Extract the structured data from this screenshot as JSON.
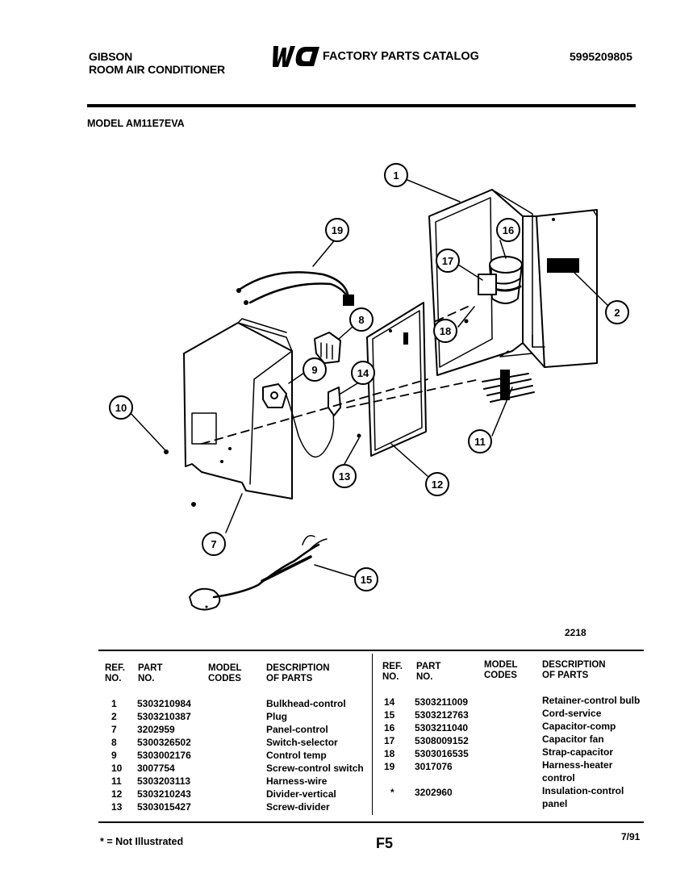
{
  "header": {
    "brand": "GIBSON",
    "product": "ROOM AIR CONDITIONER",
    "logo_text": "WCI",
    "catalog_title": "FACTORY PARTS CATALOG",
    "doc_number": "5995209805",
    "model_line": "MODEL AM11E7EVA"
  },
  "diagram": {
    "callouts": [
      "1",
      "2",
      "7",
      "8",
      "9",
      "10",
      "11",
      "12",
      "13",
      "14",
      "15",
      "16",
      "17",
      "18",
      "19"
    ],
    "code": "2218"
  },
  "table": {
    "headers": {
      "ref": [
        "REF.",
        "NO."
      ],
      "part": [
        "PART",
        "NO."
      ],
      "model": [
        "MODEL",
        "CODES"
      ],
      "desc": [
        "DESCRIPTION",
        "OF PARTS"
      ]
    },
    "left_rows": [
      {
        "ref": "1",
        "part": "5303210984",
        "desc": "Bulkhead-control"
      },
      {
        "ref": "2",
        "part": "5303210387",
        "desc": "Plug"
      },
      {
        "ref": "7",
        "part": "3202959",
        "desc": "Panel-control"
      },
      {
        "ref": "8",
        "part": "5300326502",
        "desc": "Switch-selector"
      },
      {
        "ref": "9",
        "part": "5303002176",
        "desc": "Control temp"
      },
      {
        "ref": "10",
        "part": "3007754",
        "desc": "Screw-control switch"
      },
      {
        "ref": "11",
        "part": "5303203113",
        "desc": "Harness-wire"
      },
      {
        "ref": "12",
        "part": "5303210243",
        "desc": "Divider-vertical"
      },
      {
        "ref": "13",
        "part": "5303015427",
        "desc": "Screw-divider"
      }
    ],
    "right_rows": [
      {
        "ref": "14",
        "part": "5303211009",
        "desc": "Retainer-control bulb"
      },
      {
        "ref": "15",
        "part": "5303212763",
        "desc": "Cord-service"
      },
      {
        "ref": "16",
        "part": "5303211040",
        "desc": "Capacitor-comp"
      },
      {
        "ref": "17",
        "part": "5308009152",
        "desc": "Capacitor fan"
      },
      {
        "ref": "18",
        "part": "5303016535",
        "desc": "Strap-capacitor"
      },
      {
        "ref": "19",
        "part": "3017076",
        "desc": "Harness-heater"
      },
      {
        "ref": "",
        "part": "",
        "desc": "control"
      },
      {
        "ref": "*",
        "part": "3202960",
        "desc": "Insulation-control"
      },
      {
        "ref": "",
        "part": "",
        "desc": "panel"
      }
    ]
  },
  "footer": {
    "footnote": "* = Not Illustrated",
    "page_code": "F5",
    "date_code": "7/91"
  }
}
